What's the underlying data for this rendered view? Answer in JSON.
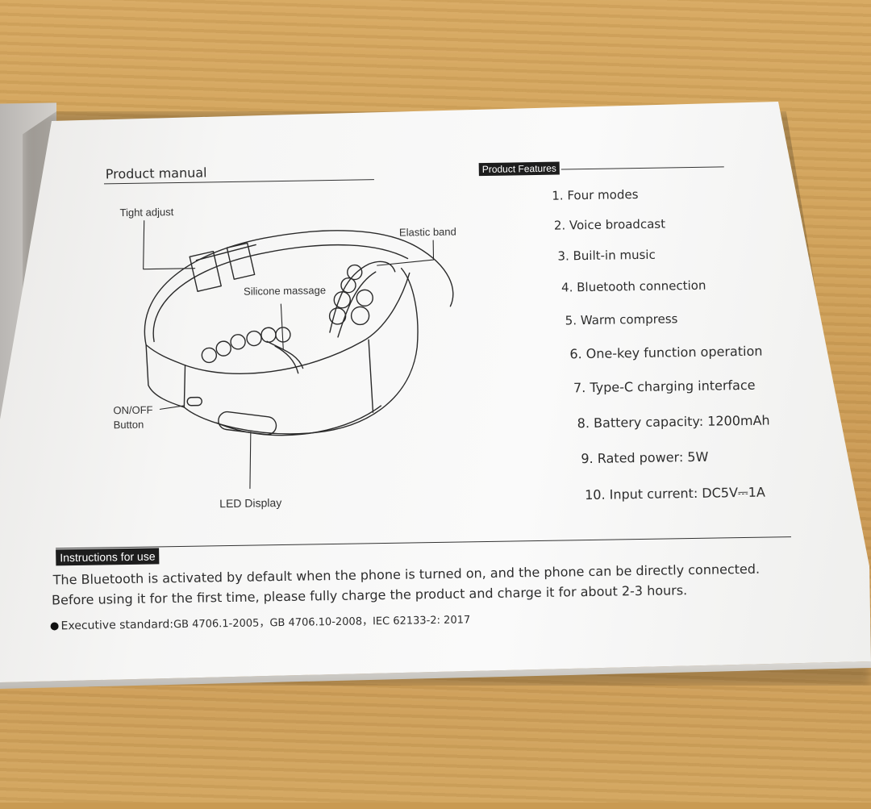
{
  "manual": {
    "title": "Product manual",
    "diagram_labels": {
      "tight_adjust": "Tight adjust",
      "elastic_band": "Elastic band",
      "silicone_massage": "Silicone massage",
      "on_off_line1": "ON/OFF",
      "on_off_line2": "Button",
      "led_display": "LED Display"
    }
  },
  "features": {
    "heading": "Product Features",
    "items": [
      "1. Four modes",
      "2. Voice broadcast",
      "3. Built-in music",
      "4. Bluetooth connection",
      "5. Warm compress",
      "6. One-key function operation",
      "7. Type-C charging interface",
      "8. Battery capacity: 1200mAh",
      "9. Rated power: 5W",
      "10. Input current: DC5V⎓1A"
    ]
  },
  "instructions": {
    "heading": "Instructions for use",
    "line1": "The Bluetooth is activated by default when the phone is turned on, and the phone can be directly connected.",
    "line2": "Before using it for the first time, please fully charge the product and charge it for about 2-3 hours.",
    "standard_label": "Executive standard:",
    "standard_value": "GB 4706.1-2005，GB 4706.10-2008，IEC 62133-2: 2017"
  }
}
